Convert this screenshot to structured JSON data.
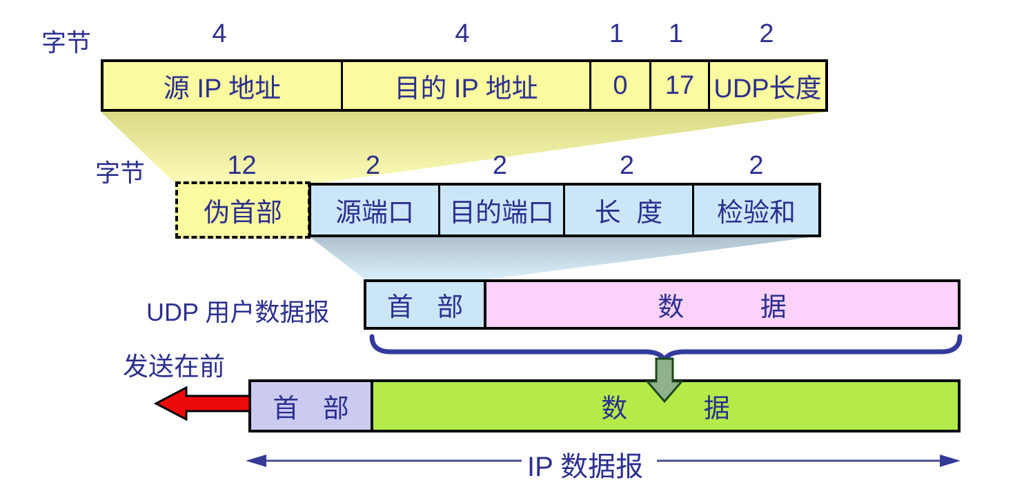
{
  "colors": {
    "text_navy": "#2B2F8F",
    "cell_yellow": "#FAFA9E",
    "cell_blue": "#CBE6F7",
    "cell_pink": "#FCD2FA",
    "cell_purple": "#CBCBF1",
    "cell_green": "#B4EB49",
    "red_arrow": "#ED0A0A",
    "brace_indigo": "#343A9C",
    "insert_arrow_green": "#8FB28C",
    "funnel_yellow_top": "#D9D985",
    "funnel_yellow_bottom": "#FCFCB8",
    "funnel_blue_top": "#ADC0CB",
    "funnel_blue_bottom": "#DBF0FB"
  },
  "pseudo_header_detail": {
    "byte_unit_label": "字节",
    "fields": [
      {
        "bytes": "4",
        "name": "源 IP 地址"
      },
      {
        "bytes": "4",
        "name": "目的 IP 地址"
      },
      {
        "bytes": "1",
        "name": "0"
      },
      {
        "bytes": "1",
        "name": "17"
      },
      {
        "bytes": "2",
        "name": "UDP长度"
      }
    ]
  },
  "udp_header_detail": {
    "byte_unit_label": "字节",
    "fields": [
      {
        "bytes": "12",
        "name": "伪首部"
      },
      {
        "bytes": "2",
        "name": "源端口"
      },
      {
        "bytes": "2",
        "name": "目的端口"
      },
      {
        "bytes": "2",
        "name": "长 度"
      },
      {
        "bytes": "2",
        "name": "检验和"
      }
    ]
  },
  "udp_datagram": {
    "label": "UDP 用户数据报",
    "header_cell": "首 部",
    "data_cell": "数 据"
  },
  "ip_datagram": {
    "send_first_label": "发送在前",
    "header_cell": "首 部",
    "data_cell": "数 据",
    "span_label": "IP 数据报"
  }
}
